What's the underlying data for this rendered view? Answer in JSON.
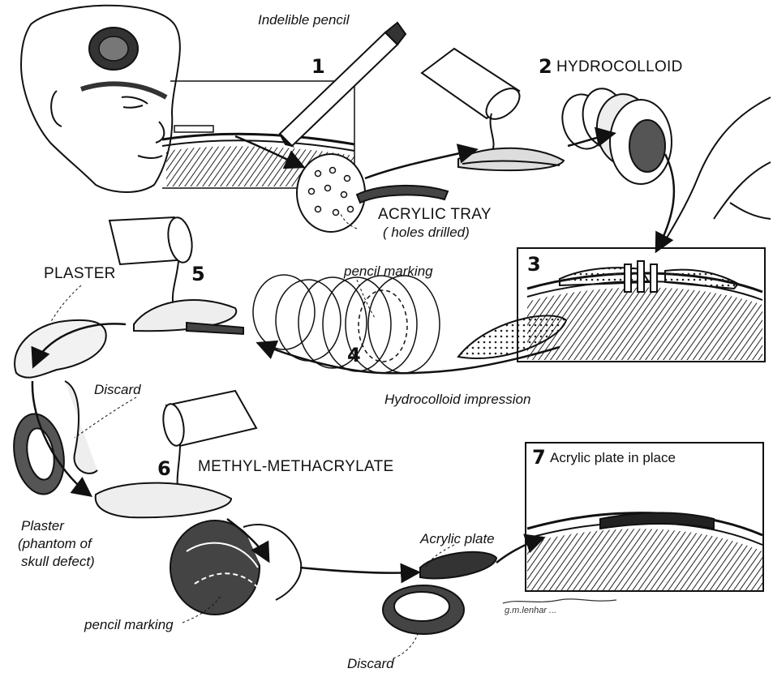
{
  "steps": {
    "s1": "1",
    "s2": "2",
    "s3": "3",
    "s4": "4",
    "s5": "5",
    "s6": "6",
    "s7": "7"
  },
  "labels": {
    "indelible_pencil": "Indelible pencil",
    "hydrocolloid": "HYDROCOLLOID",
    "acrylic_tray": "ACRYLIC TRAY",
    "holes_drilled": "( holes drilled)",
    "plaster": "PLASTER",
    "pencil_marking_top": "pencil marking",
    "hydrocolloid_impression": "Hydrocolloid impression",
    "discard_upper": "Discard",
    "methyl_methacrylate": "METHYL-METHACRYLATE",
    "plaster_phantom_1": "Plaster",
    "plaster_phantom_2": "(phantom of",
    "plaster_phantom_3": "skull defect)",
    "acrylic_plate_in_place": "Acrylic plate in place",
    "acrylic_plate": "Acrylic plate",
    "pencil_marking_bottom": "pencil marking",
    "discard_lower": "Discard",
    "signature": "g.m.lenhar ..."
  },
  "colors": {
    "ink": "#111111",
    "shade": "#555555",
    "paper": "#ffffff"
  }
}
